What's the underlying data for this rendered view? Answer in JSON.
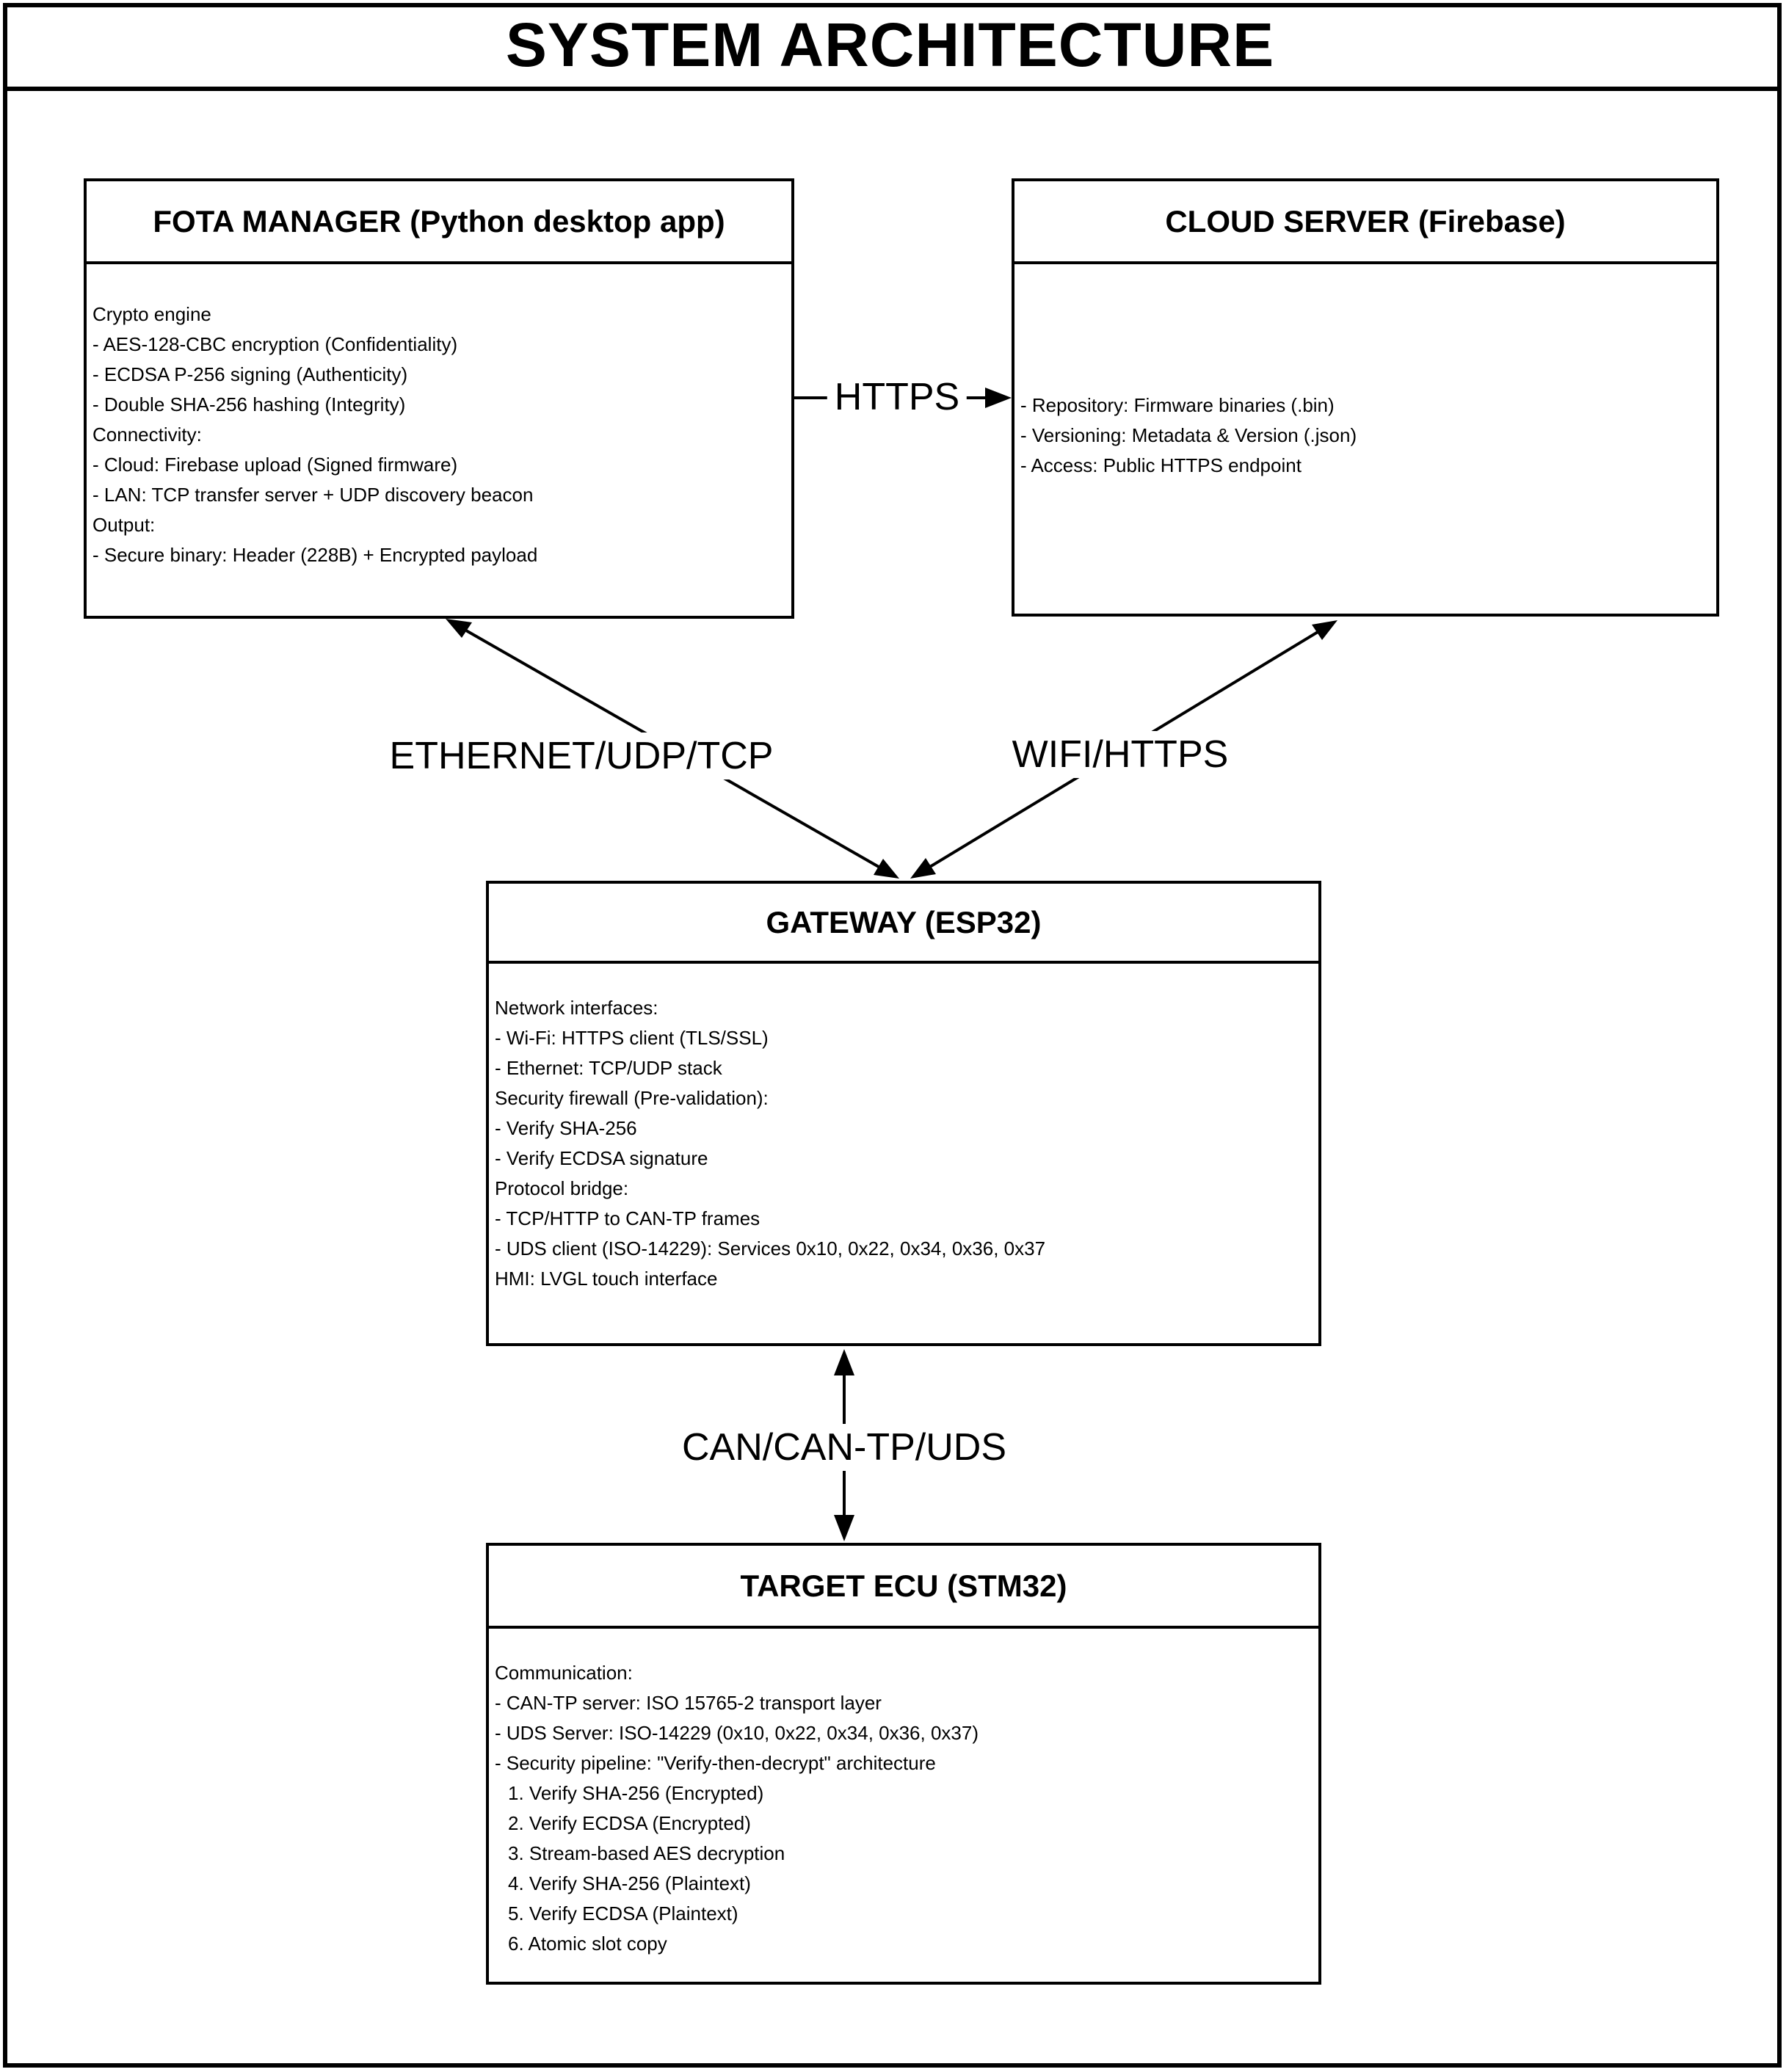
{
  "title": "SYSTEM ARCHITECTURE",
  "colors": {
    "ink": "#000000",
    "background": "#ffffff"
  },
  "boxes": {
    "fota": {
      "title": "FOTA MANAGER (Python desktop app)",
      "lines": [
        "Crypto engine",
        "- AES-128-CBC encryption (Confidentiality)",
        "- ECDSA P-256 signing (Authenticity)",
        "- Double SHA-256 hashing (Integrity)",
        "Connectivity:",
        "- Cloud: Firebase upload (Signed firmware)",
        "- LAN: TCP transfer server + UDP discovery beacon",
        "Output:",
        "- Secure binary: Header (228B) + Encrypted payload"
      ]
    },
    "cloud": {
      "title": "CLOUD SERVER (Firebase)",
      "lines": [
        "- Repository: Firmware binaries (.bin)",
        "- Versioning: Metadata & Version (.json)",
        "- Access: Public HTTPS endpoint"
      ]
    },
    "gateway": {
      "title": "GATEWAY (ESP32)",
      "lines": [
        "Network interfaces:",
        "- Wi-Fi: HTTPS client (TLS/SSL)",
        "- Ethernet: TCP/UDP stack",
        "Security firewall (Pre-validation):",
        "- Verify SHA-256",
        "- Verify ECDSA signature",
        "Protocol bridge:",
        "- TCP/HTTP to CAN-TP frames",
        "- UDS client (ISO-14229): Services 0x10, 0x22, 0x34, 0x36, 0x37",
        "HMI: LVGL touch interface"
      ]
    },
    "ecu": {
      "title": "TARGET ECU (STM32)",
      "lines": [
        "Communication:",
        "- CAN-TP server: ISO 15765-2 transport layer",
        "- UDS Server: ISO-14229 (0x10, 0x22, 0x34, 0x36, 0x37)",
        "- Security pipeline: \"Verify-then-decrypt\" architecture",
        "1. Verify SHA-256 (Encrypted)",
        "2. Verify ECDSA (Encrypted)",
        "3. Stream-based AES decryption",
        "4. Verify SHA-256 (Plaintext)",
        "5. Verify ECDSA (Plaintext)",
        "6. Atomic slot copy"
      ]
    }
  },
  "connectors": {
    "https": {
      "label": "HTTPS",
      "from": "FOTA MANAGER",
      "to": "CLOUD SERVER",
      "direction": "one-way"
    },
    "ethernet": {
      "label": "ETHERNET/UDP/TCP",
      "from": "FOTA MANAGER",
      "to": "GATEWAY",
      "direction": "two-way"
    },
    "wifi": {
      "label": "WIFI/HTTPS",
      "from": "CLOUD SERVER",
      "to": "GATEWAY",
      "direction": "two-way"
    },
    "can": {
      "label": "CAN/CAN-TP/UDS",
      "from": "GATEWAY",
      "to": "TARGET ECU",
      "direction": "two-way"
    }
  }
}
